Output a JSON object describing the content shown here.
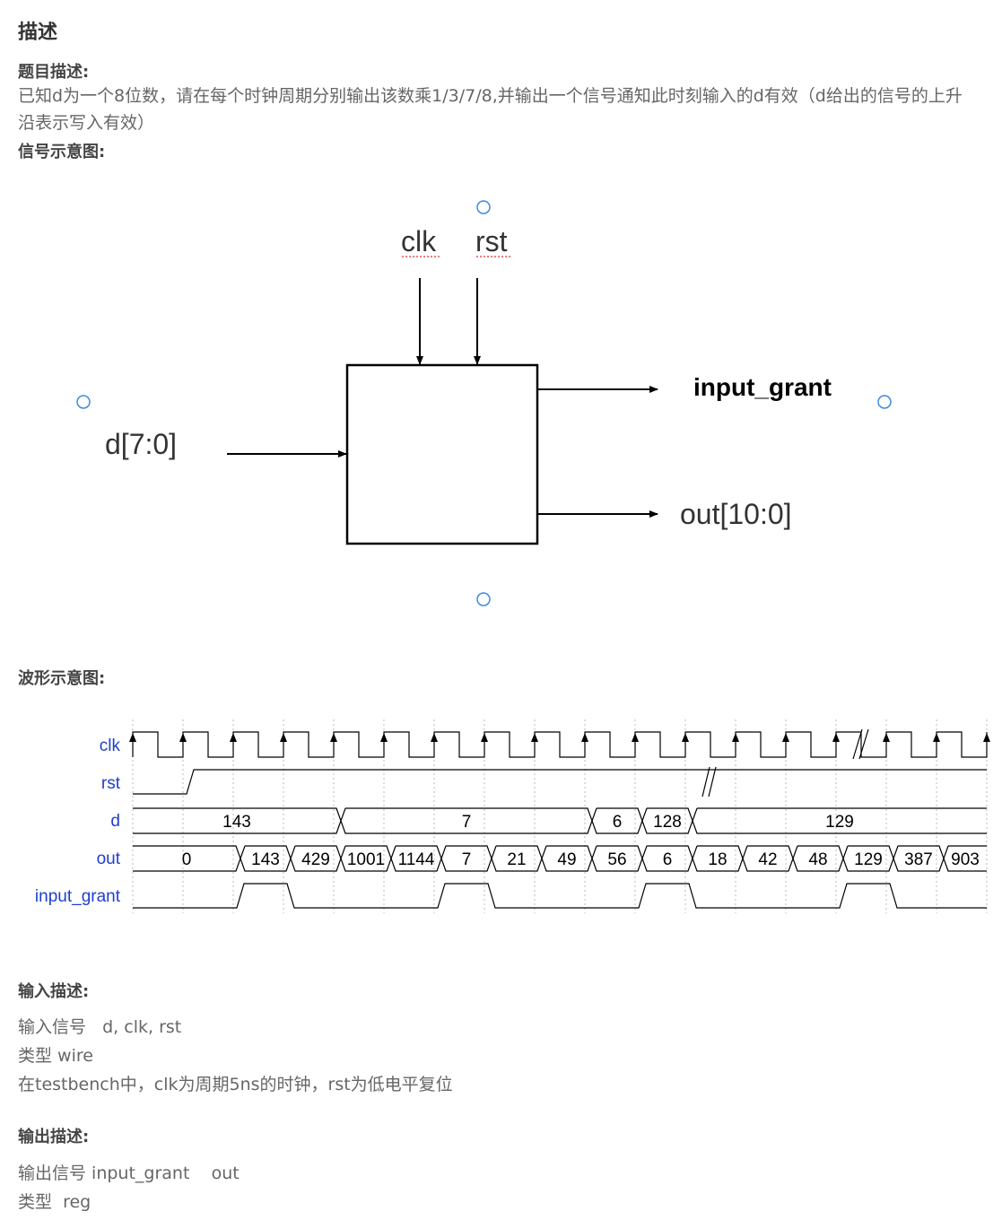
{
  "heading": "描述",
  "problem": {
    "label": "题目描述:",
    "text": "已知d为一个8位数，请在每个时钟周期分别输出该数乘1/3/7/8,并输出一个信号通知此时刻输入的d有效（d给出的信号的上升沿表示写入有效）"
  },
  "signal_diagram": {
    "label": "信号示意图:",
    "clk": "clk",
    "rst": "rst",
    "d": "d[7:0]",
    "input_grant": "input_grant",
    "out": "out[10:0]"
  },
  "waveform": {
    "label": "波形示意图:",
    "signals": [
      "clk",
      "rst",
      "d",
      "out",
      "input_grant"
    ],
    "d_values": [
      "143",
      "7",
      "6",
      "128",
      "129"
    ],
    "out_values": [
      "0",
      "143",
      "429",
      "1001",
      "1144",
      "7",
      "21",
      "49",
      "56",
      "6",
      "18",
      "42",
      "48",
      "129",
      "387",
      "903"
    ],
    "colors": {
      "label": "#1f3fcf",
      "trace": "#000000",
      "grid": "#bbbbbb"
    }
  },
  "input_desc": {
    "label": "输入描述:",
    "lines": [
      "输入信号   d, clk, rst",
      "类型 wire",
      "在testbench中，clk为周期5ns的时钟，rst为低电平复位"
    ]
  },
  "output_desc": {
    "label": "输出描述:",
    "lines": [
      "输出信号 input_grant    out",
      "类型  reg"
    ]
  }
}
